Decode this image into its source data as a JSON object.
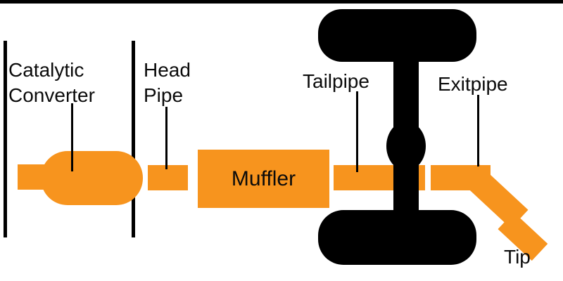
{
  "diagram": {
    "labels": {
      "catalytic_converter_line1": "Catalytic",
      "catalytic_converter_line2": "Converter",
      "head_pipe_line1": "Head",
      "head_pipe_line2": "Pipe",
      "tailpipe": "Tailpipe",
      "exitpipe": "Exitpipe",
      "muffler": "Muffler",
      "tip": "Tip"
    },
    "colors": {
      "pipe": "#F7941E",
      "chassis": "#000000",
      "background": "#FFFFFF"
    }
  }
}
